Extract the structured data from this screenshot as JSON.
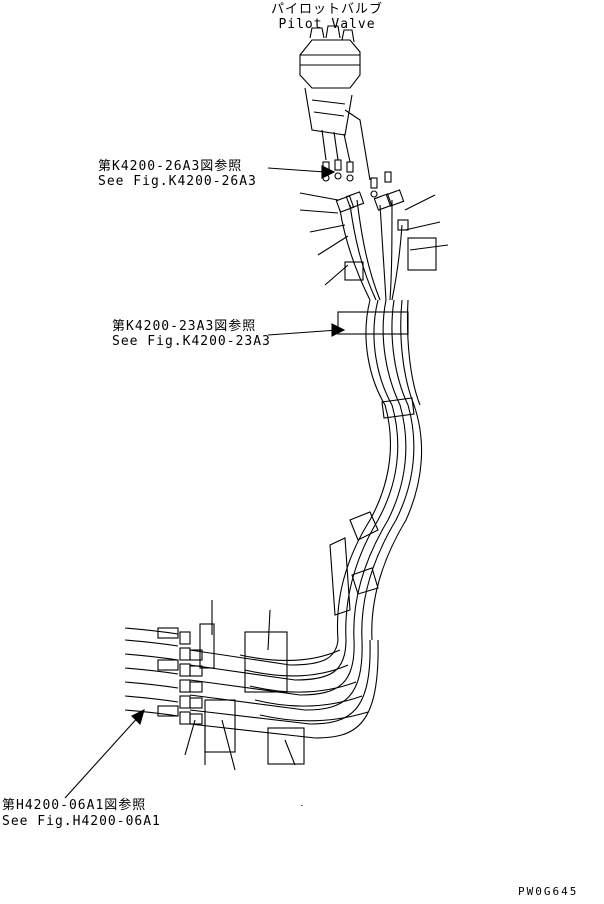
{
  "title": {
    "jp": "パイロットバルブ",
    "en": "Pilot Valve"
  },
  "refs": [
    {
      "jp": "第K4200-26A3図参照",
      "en": "See Fig.K4200-26A3"
    },
    {
      "jp": "第K4200-23A3図参照",
      "en": "See Fig.K4200-23A3"
    },
    {
      "jp": "第H4200-06A1図参照",
      "en": "See Fig.H4200-06A1"
    }
  ],
  "drawing_code": "PW0G645",
  "colors": {
    "ink": "#000000",
    "paper": "#ffffff"
  }
}
